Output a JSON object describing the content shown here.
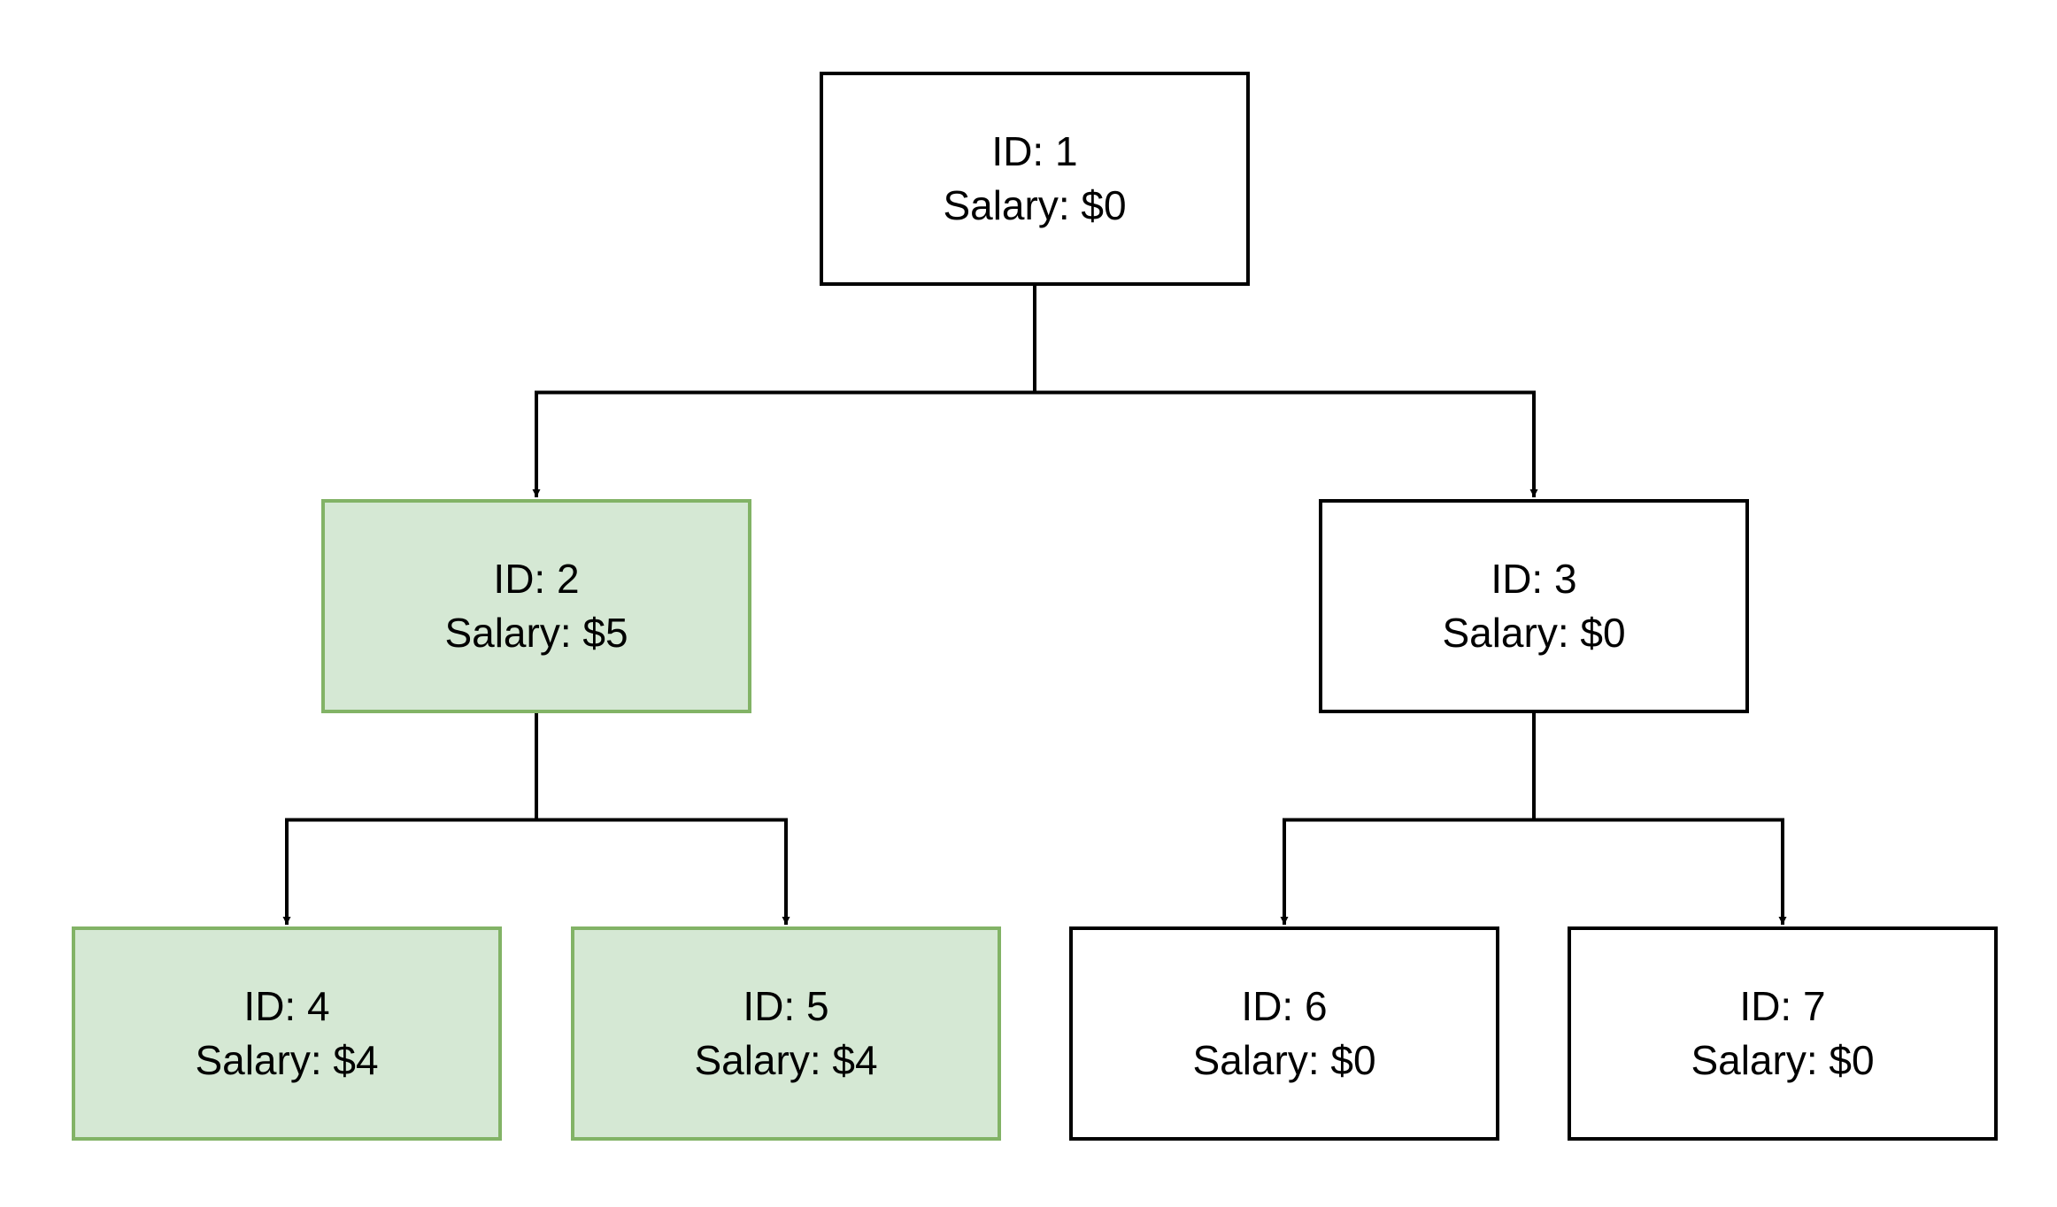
{
  "diagram": {
    "type": "tree",
    "colors": {
      "highlight_fill": "#d5e8d4",
      "highlight_border": "#82b366",
      "default_fill": "#ffffff",
      "default_border": "#000000",
      "edge": "#000000"
    },
    "nodes": [
      {
        "key": "n1",
        "id_label": "ID: 1",
        "salary_label": "Salary: $0",
        "highlighted": false
      },
      {
        "key": "n2",
        "id_label": "ID: 2",
        "salary_label": "Salary: $5",
        "highlighted": true
      },
      {
        "key": "n3",
        "id_label": "ID: 3",
        "salary_label": "Salary: $0",
        "highlighted": false
      },
      {
        "key": "n4",
        "id_label": "ID: 4",
        "salary_label": "Salary: $4",
        "highlighted": true
      },
      {
        "key": "n5",
        "id_label": "ID: 5",
        "salary_label": "Salary: $4",
        "highlighted": true
      },
      {
        "key": "n6",
        "id_label": "ID: 6",
        "salary_label": "Salary: $0",
        "highlighted": false
      },
      {
        "key": "n7",
        "id_label": "ID: 7",
        "salary_label": "Salary: $0",
        "highlighted": false
      }
    ],
    "edges": [
      {
        "from": "n1",
        "to": [
          "n2",
          "n3"
        ]
      },
      {
        "from": "n2",
        "to": [
          "n4",
          "n5"
        ]
      },
      {
        "from": "n3",
        "to": [
          "n6",
          "n7"
        ]
      }
    ]
  }
}
